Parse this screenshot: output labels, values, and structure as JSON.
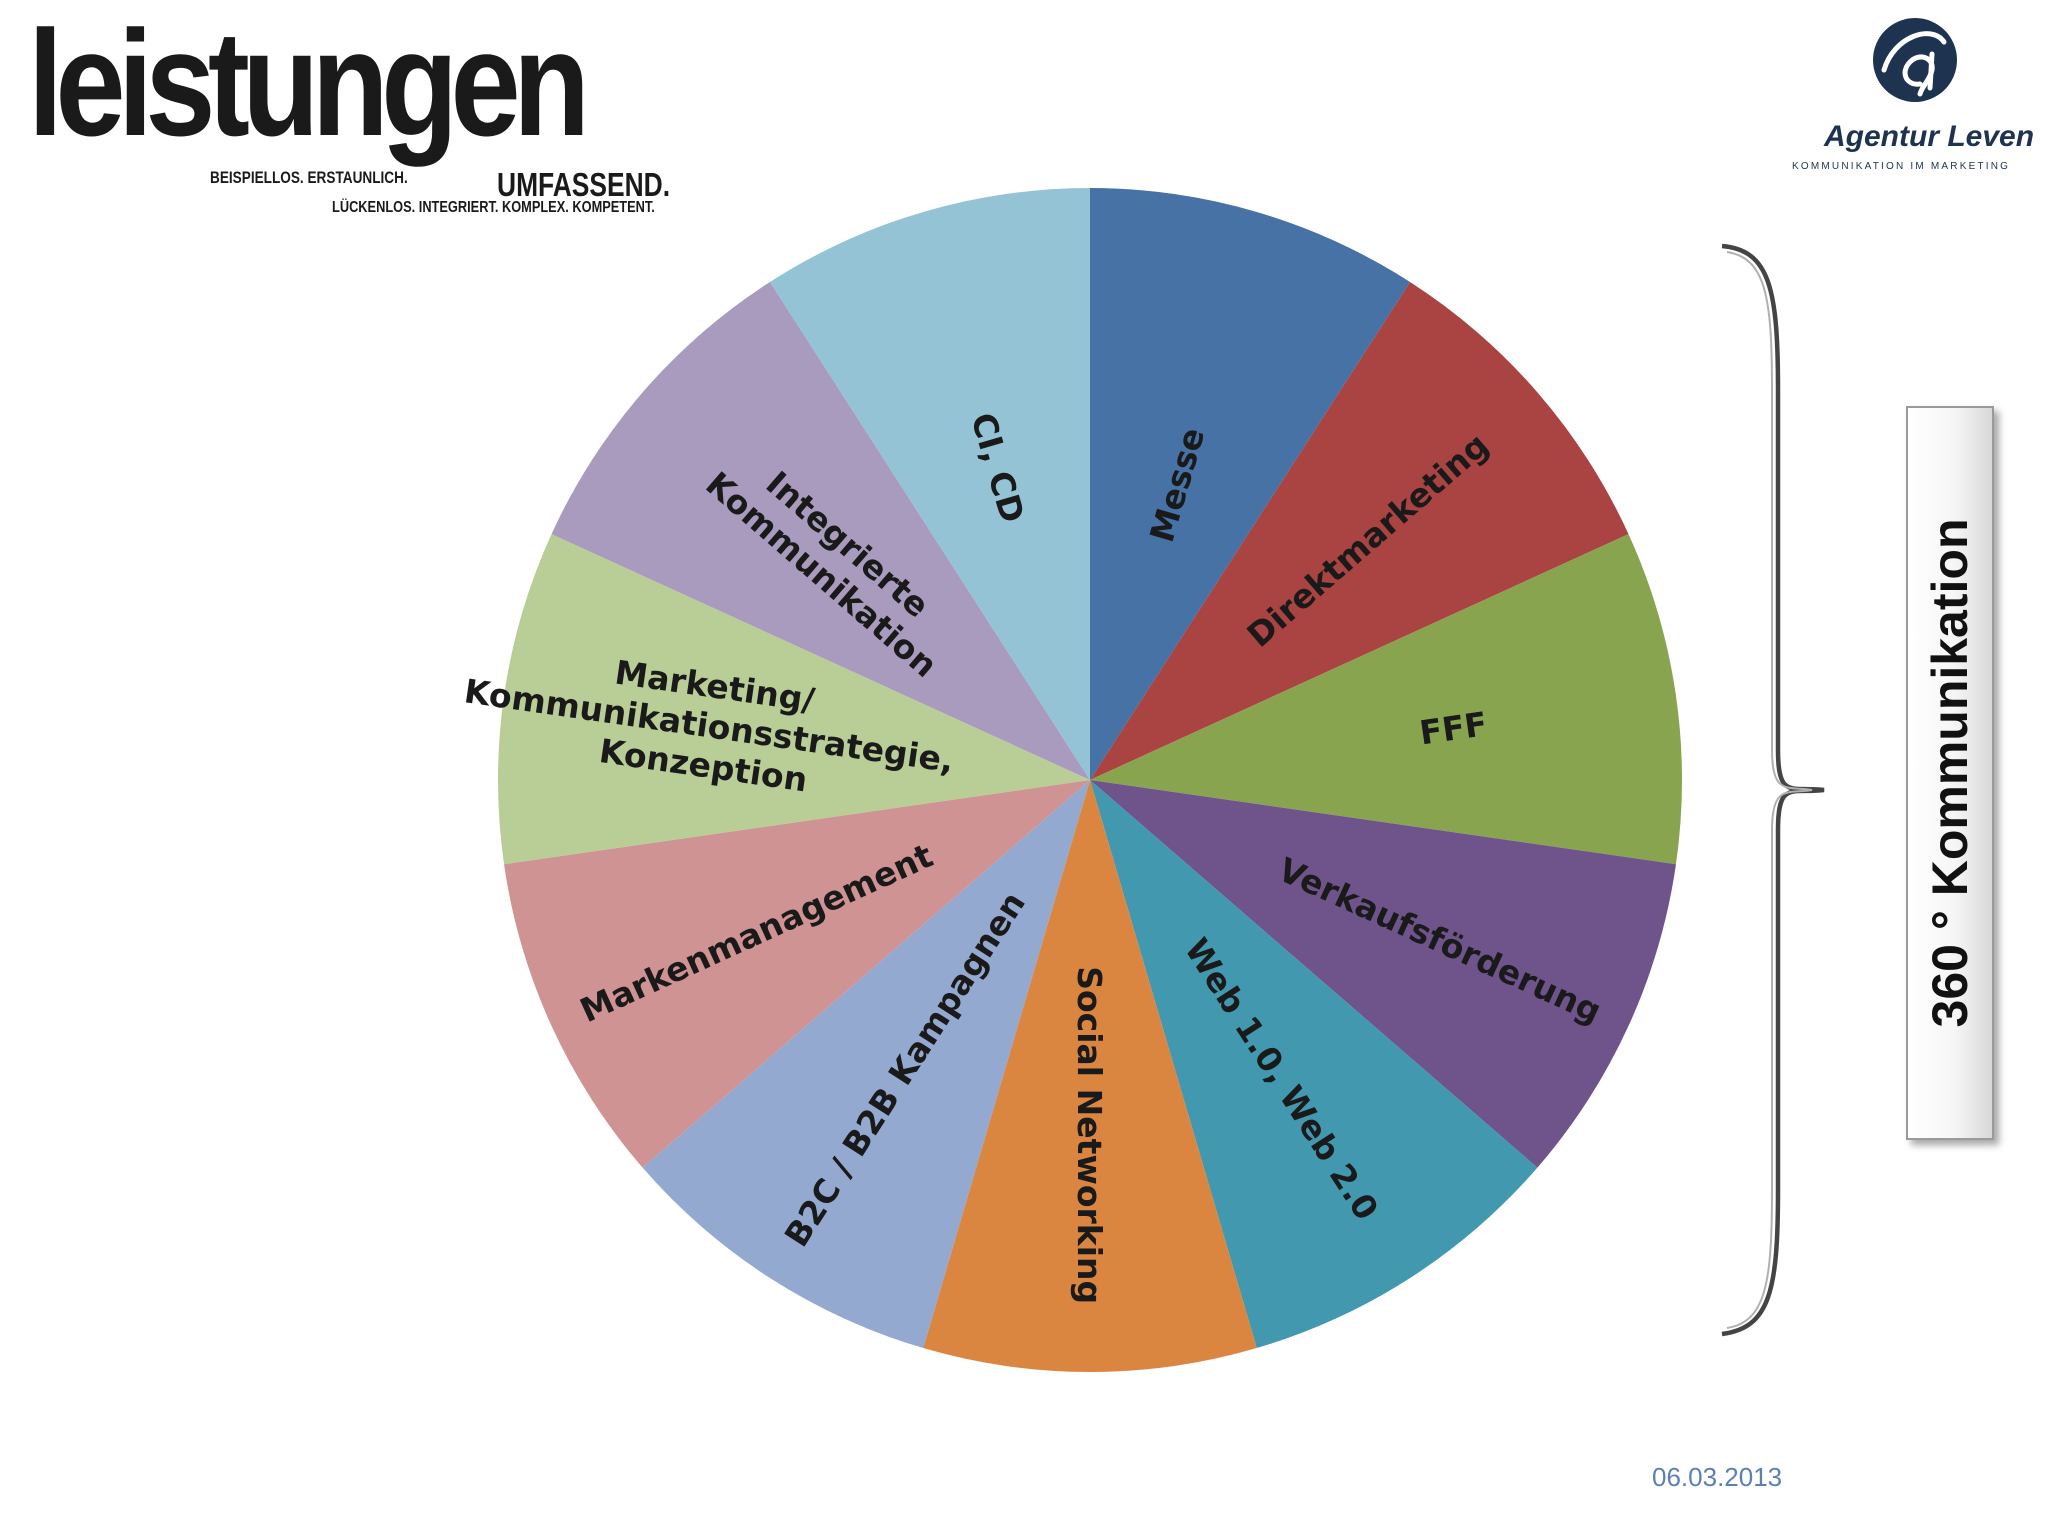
{
  "header": {
    "title": "leistungen",
    "tagline_1": "BEISPIELLOS. ERSTAUNLICH.",
    "tagline_2": "UMFASSEND.",
    "tagline_3": "LÜCKENLOS. INTEGRIERT. KOMPLEX. KOMPETENT."
  },
  "logo": {
    "icon": "agentur-leven-swirl-logo",
    "name": "Agentur Leven",
    "subtitle": "KOMMUNIKATION IM MARKETING",
    "color": "#1d3350"
  },
  "chart_data": {
    "type": "pie",
    "start_angle": "12 o'clock",
    "direction": "clockwise",
    "legend": "none",
    "slices": [
      {
        "label": "Messe",
        "value": 1,
        "color": "#4672a6"
      },
      {
        "label": "Direktmarketing",
        "value": 1,
        "color": "#a94442"
      },
      {
        "label": "FFF",
        "value": 1,
        "color": "#89a44e"
      },
      {
        "label": "Verkaufsförderung",
        "value": 1,
        "color": "#6f548c"
      },
      {
        "label": "Web 1.0, Web 2.0",
        "value": 1,
        "color": "#4198af"
      },
      {
        "label": "Social Networking",
        "value": 1,
        "color": "#db8640"
      },
      {
        "label": "B2C / B2B Kampagnen",
        "value": 1,
        "color": "#93a9d0"
      },
      {
        "label": "Markenmanagement",
        "value": 1,
        "color": "#d09393"
      },
      {
        "label": "Marketing/\nKommunikationsstrategie,\nKonzeption",
        "value": 1,
        "color": "#b9cd96"
      },
      {
        "label": "Integrierte\nKommunikation",
        "value": 1,
        "color": "#a99bbd"
      },
      {
        "label": "CI, CD",
        "value": 1,
        "color": "#93c3d5"
      }
    ]
  },
  "side_label": "360 °   Kommunikation",
  "footer": {
    "date": "06.03.2013"
  }
}
